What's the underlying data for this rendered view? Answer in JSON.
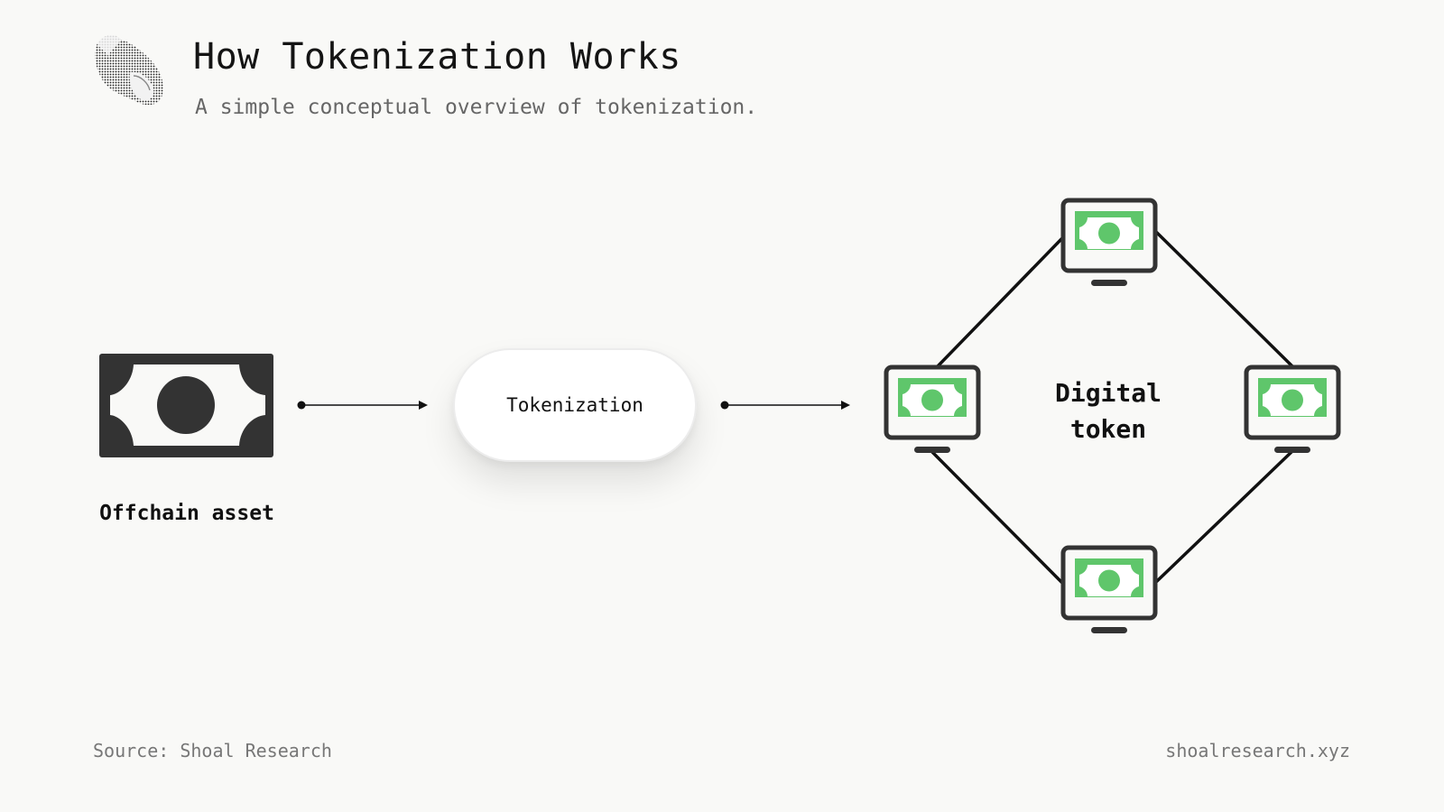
{
  "header": {
    "title": "How Tokenization Works",
    "subtitle": "A simple conceptual overview of tokenization."
  },
  "diagram": {
    "offchain_label": "Offchain asset",
    "process_label": "Tokenization",
    "digital_label_line1": "Digital",
    "digital_label_line2": "token",
    "icons": {
      "asset": "banknote-icon",
      "token_node": "computer-monitor-banknote-icon",
      "logo": "seashell-logo"
    },
    "colors": {
      "icon_dark": "#333333",
      "banknote_green": "#5fc66b",
      "background": "#f9f9f7"
    }
  },
  "footer": {
    "source": "Source: Shoal Research",
    "site": "shoalresearch.xyz"
  }
}
